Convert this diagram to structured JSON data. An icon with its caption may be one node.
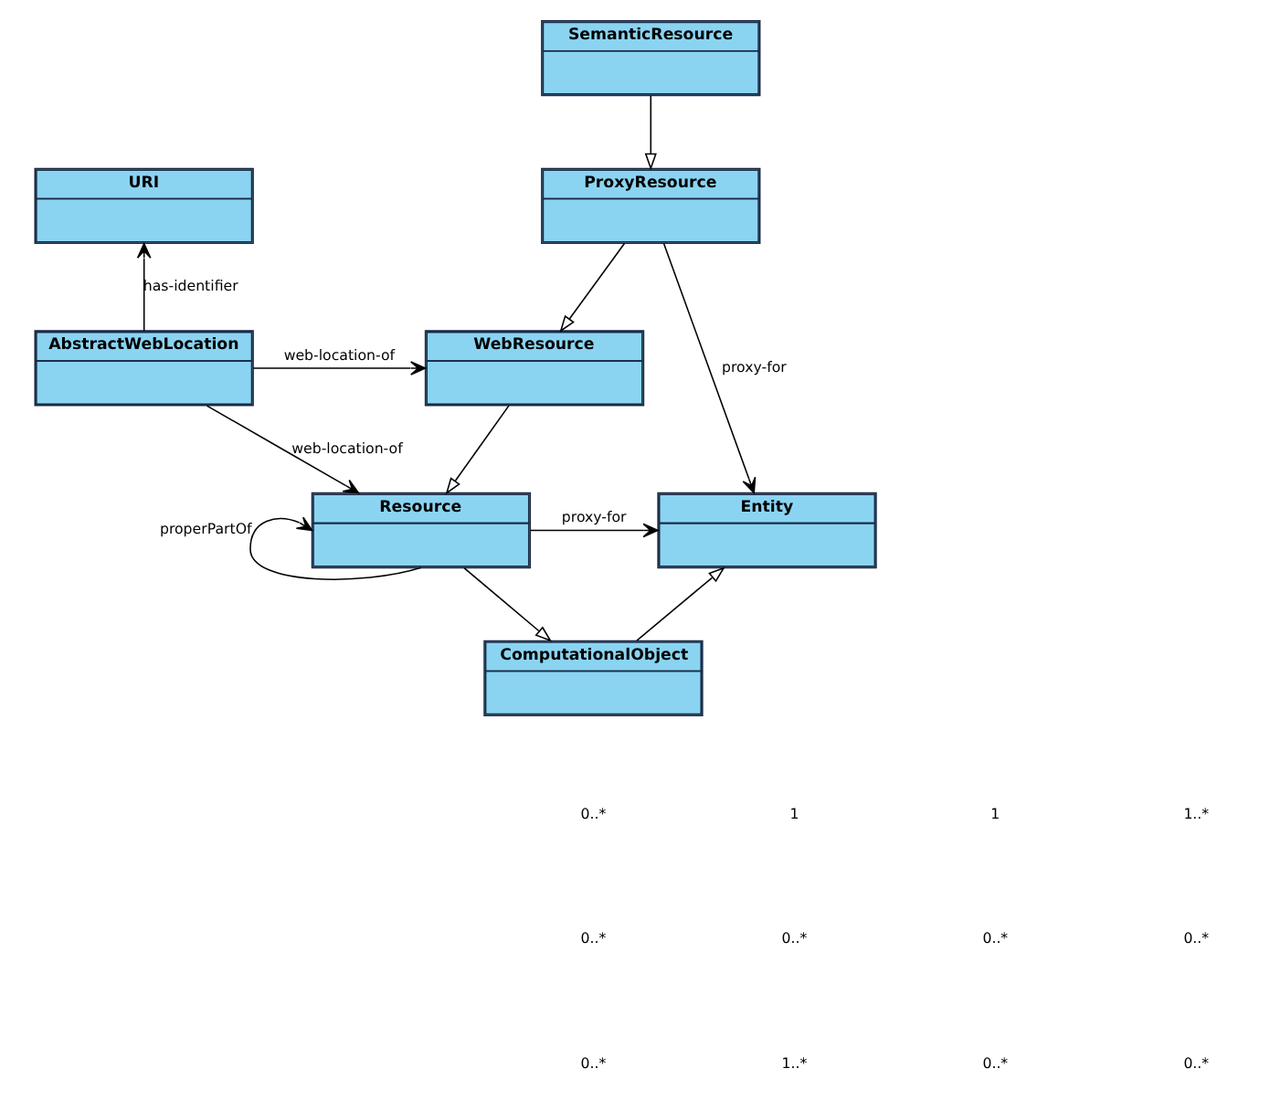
{
  "diagram": {
    "nodes": [
      {
        "text": [
          "SemanticResource"
        ]
      },
      {
        "text": [
          "URI"
        ]
      },
      {
        "text": [
          "ProxyResource"
        ]
      },
      {
        "text": [
          "AbstractWebLocation"
        ]
      },
      {
        "text": [
          "WebResource"
        ]
      },
      {
        "text": [
          "Resource"
        ]
      },
      {
        "text": [
          "Entity"
        ]
      },
      {
        "text": [
          "ComputationalObject"
        ]
      }
    ],
    "edges": [
      {
        "from": 3,
        "to": 1,
        "arrow": "to",
        "label": "has-identifier"
      },
      {
        "from": 3,
        "to": 4,
        "arrow": "to",
        "label": "web-location-of"
      },
      {
        "from": 3,
        "to": 5,
        "arrow": "to",
        "label": "web-location-of"
      },
      {
        "from": 0,
        "to": 2,
        "arrow": "to"
      },
      {
        "from": 2,
        "to": 4,
        "arrow": "to"
      },
      {
        "from": 4,
        "to": 5,
        "arrow": "to"
      },
      {
        "from": 2,
        "to": 6,
        "arrow": "to",
        "label": "proxy-for"
      },
      {
        "from": 5,
        "to": 6,
        "arrow": "to",
        "label": "proxy-for"
      },
      {
        "from": 5,
        "to": 5,
        "arrow": "to",
        "label": "properPartOf"
      },
      {
        "from": 5,
        "to": 7,
        "arrow": "to"
      },
      {
        "from": 7,
        "to": 6,
        "arrow": "to"
      }
    ],
    "labels": [
      "0..*",
      "1",
      "1",
      "1..*",
      "0..*",
      "0..*",
      "0..*",
      "0..*",
      "0..*",
      "1..*",
      "0..*",
      "0..*"
    ]
  }
}
